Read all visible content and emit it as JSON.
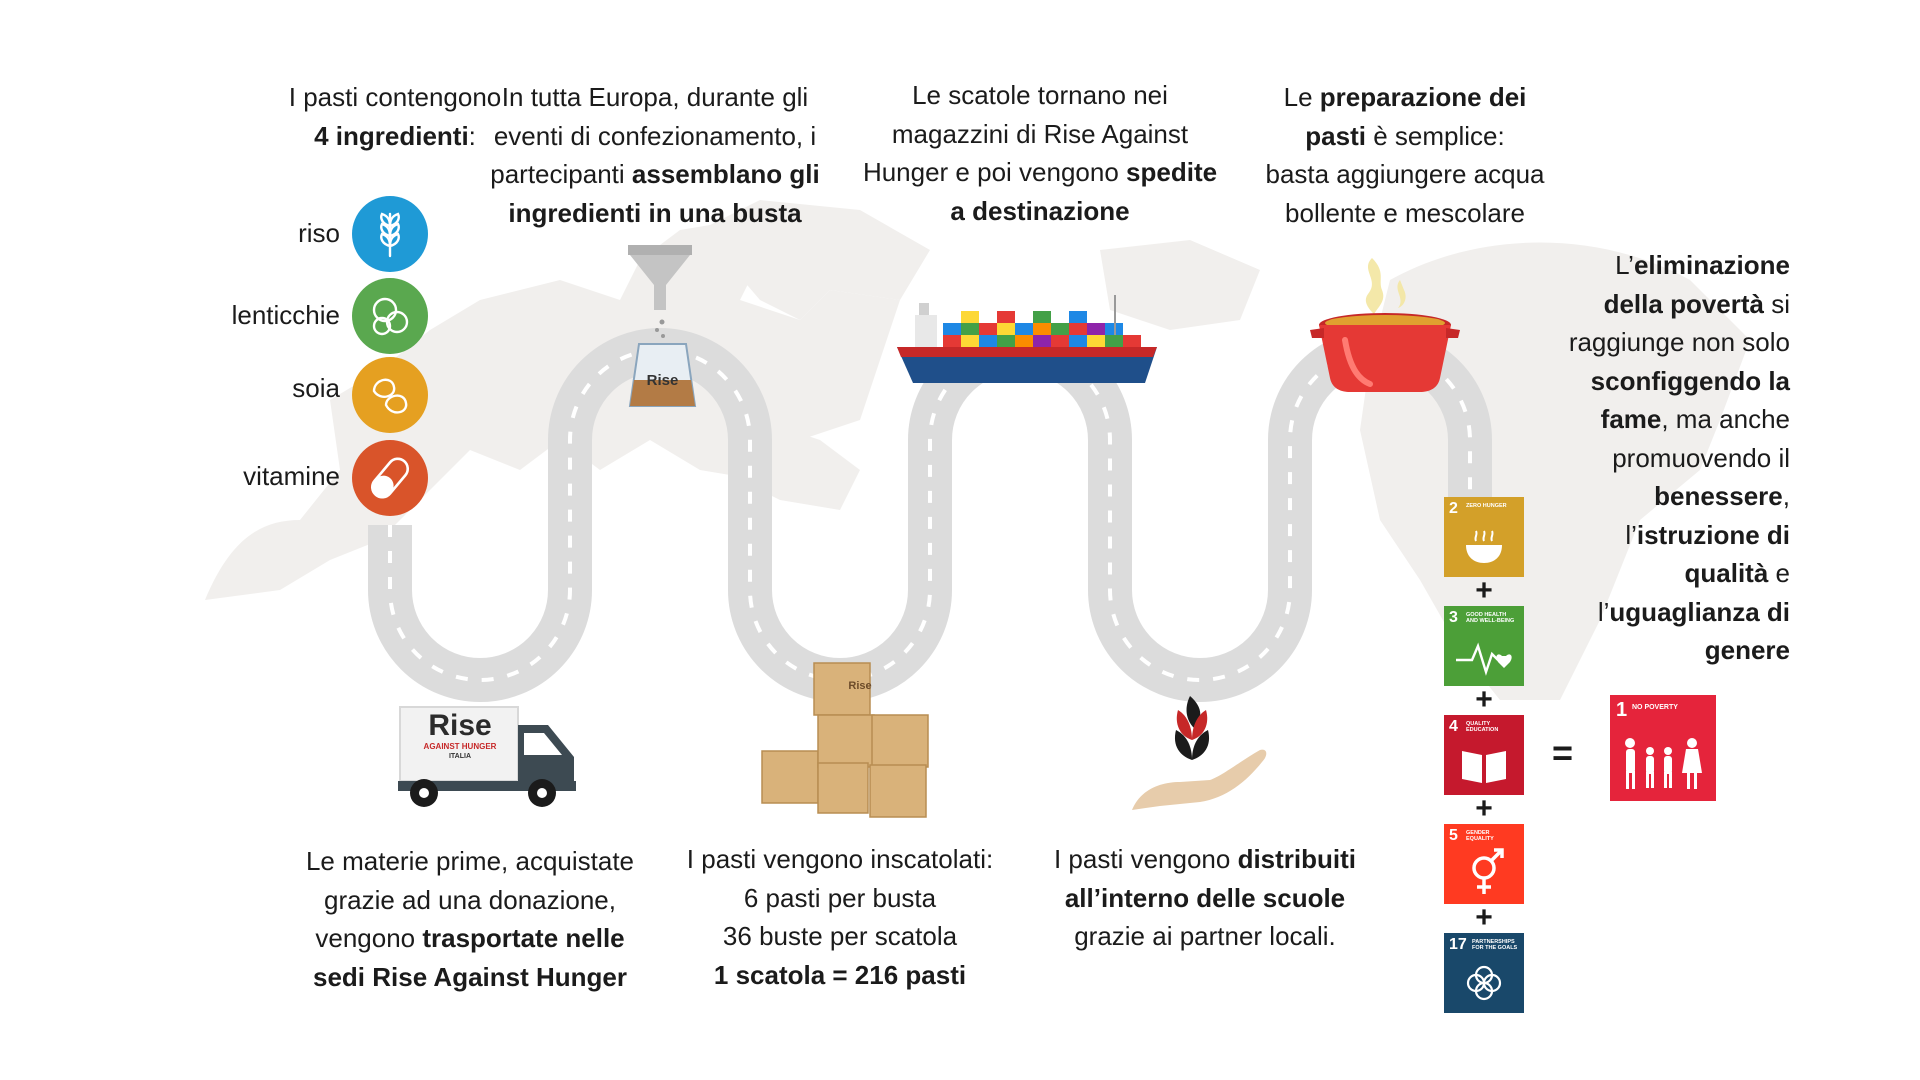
{
  "colors": {
    "road": "#dcdcdc",
    "road_dash": "#ffffff",
    "map": "#f1efed",
    "riso": "#1f9ad6",
    "lenticchie": "#5aa84f",
    "soia": "#e5a021",
    "vitamine": "#d9542a",
    "sdg2": "#d3a029",
    "sdg3": "#4c9f38",
    "sdg4": "#c5192d",
    "sdg5": "#ff3a21",
    "sdg17": "#19486a",
    "sdg1": "#e5243b"
  },
  "step1": {
    "line1": "I pasti contengono",
    "bold": "4 ingredienti",
    "suffix": ":"
  },
  "ingredients": [
    {
      "label": "riso",
      "icon": "wheat-icon"
    },
    {
      "label": "lenticchie",
      "icon": "lentils-icon"
    },
    {
      "label": "soia",
      "icon": "soy-icon"
    },
    {
      "label": "vitamine",
      "icon": "capsule-icon"
    }
  ],
  "step2": {
    "a": "In tutta Europa, durante gli",
    "b": "eventi di confezionamento, i",
    "c": "partecipanti ",
    "c_bold": "assemblano gli",
    "d_bold": "ingredienti in una busta"
  },
  "step3": {
    "a": "Le scatole tornano nei",
    "b": "magazzini di Rise Against",
    "c": "Hunger e poi vengono ",
    "c_bold": "spedite",
    "d_bold": "a destinazione"
  },
  "step4": {
    "a": "Le ",
    "a_bold": "preparazione dei",
    "b_bold": "pasti",
    "b": " è semplice:",
    "c": "basta aggiungere acqua",
    "d": "bollente e mescolare"
  },
  "step5": {
    "a": "L’",
    "a_bold": "eliminazione",
    "b_bold": "della povertà",
    "b": " si",
    "c": "raggiunge non solo",
    "d_bold": "sconfiggendo la",
    "e_bold": "fame",
    "e": ", ma anche",
    "f": "promuovendo il",
    "g_bold": "benessere",
    "g": ",",
    "h": "l’",
    "h_bold": "istruzione di",
    "i_bold": "qualità",
    "i": " e",
    "j": "l’",
    "j_bold": "uguaglianza di",
    "k_bold": "genere"
  },
  "bottom1": {
    "a": "Le materie prime, acquistate",
    "b": "grazie ad una donazione,",
    "c": "vengono ",
    "c_bold": "trasportate nelle",
    "d_bold": "sedi Rise Against Hunger"
  },
  "bottom2": {
    "a": "I pasti vengono inscatolati:",
    "b": "6 pasti per busta",
    "c": "36 buste per scatola",
    "d_bold": "1 scatola = 216 pasti"
  },
  "bottom3": {
    "a": "I pasti vengono ",
    "a_bold": "distribuiti",
    "b_bold": "all’interno delle scuole",
    "c": "grazie ai partner locali."
  },
  "truck": {
    "logo": "Rise",
    "line1": "AGAINST HUNGER",
    "line2": "ITALIA"
  },
  "bag_logo": "Rise",
  "box_logo": "Rise",
  "sdgs": [
    {
      "num": "2",
      "caption": "ZERO HUNGER",
      "icon": "bowl-icon"
    },
    {
      "num": "3",
      "caption": "GOOD HEALTH AND WELL-BEING",
      "icon": "heartbeat-icon"
    },
    {
      "num": "4",
      "caption": "QUALITY EDUCATION",
      "icon": "book-icon"
    },
    {
      "num": "5",
      "caption": "GENDER EQUALITY",
      "icon": "gender-icon"
    },
    {
      "num": "17",
      "caption": "PARTNERSHIPS FOR THE GOALS",
      "icon": "rings-icon"
    }
  ],
  "sdg_result": {
    "num": "1",
    "caption": "NO POVERTY",
    "icon": "family-icon"
  },
  "plus": "+",
  "equals": "="
}
